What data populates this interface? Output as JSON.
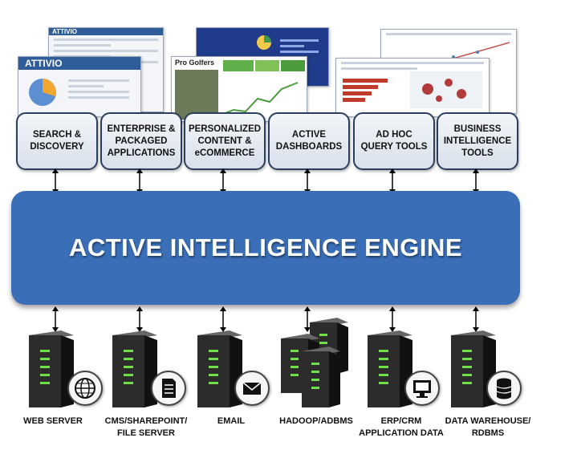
{
  "top_boxes": [
    {
      "label": "SEARCH &\nDISCOVERY"
    },
    {
      "label": "ENTERPRISE &\nPACKAGED\nAPPLICATIONS"
    },
    {
      "label": "PERSONALIZED\nCONTENT &\neCOMMERCE"
    },
    {
      "label": "ACTIVE\nDASHBOARDS"
    },
    {
      "label": "AD HOC\nQUERY TOOLS"
    },
    {
      "label": "BUSINESS\nINTELLIGENCE\nTOOLS"
    }
  ],
  "engine": {
    "label": "ACTIVE INTELLIGENCE ENGINE"
  },
  "sources": [
    {
      "label": "WEB SERVER",
      "icon": "globe-icon"
    },
    {
      "label": "CMS/SHAREPOINT/\nFILE SERVER",
      "icon": "document-icon"
    },
    {
      "label": "EMAIL",
      "icon": "envelope-icon"
    },
    {
      "label": "HADOOP/ADBMS",
      "icon": "server-cluster-icon"
    },
    {
      "label": "ERP/CRM\nAPPLICATION DATA",
      "icon": "monitor-icon"
    },
    {
      "label": "DATA WAREHOUSE/\nRDBMS",
      "icon": "database-icon"
    }
  ],
  "screenshots": {
    "attivio_logo": "ATTIVIO",
    "attivio_logo_small": "ATTIVIO",
    "pro_golfers_title": "Pro Golfers"
  },
  "colors": {
    "engine": "#3a6fb8",
    "box_border": "#2b3f5c"
  }
}
